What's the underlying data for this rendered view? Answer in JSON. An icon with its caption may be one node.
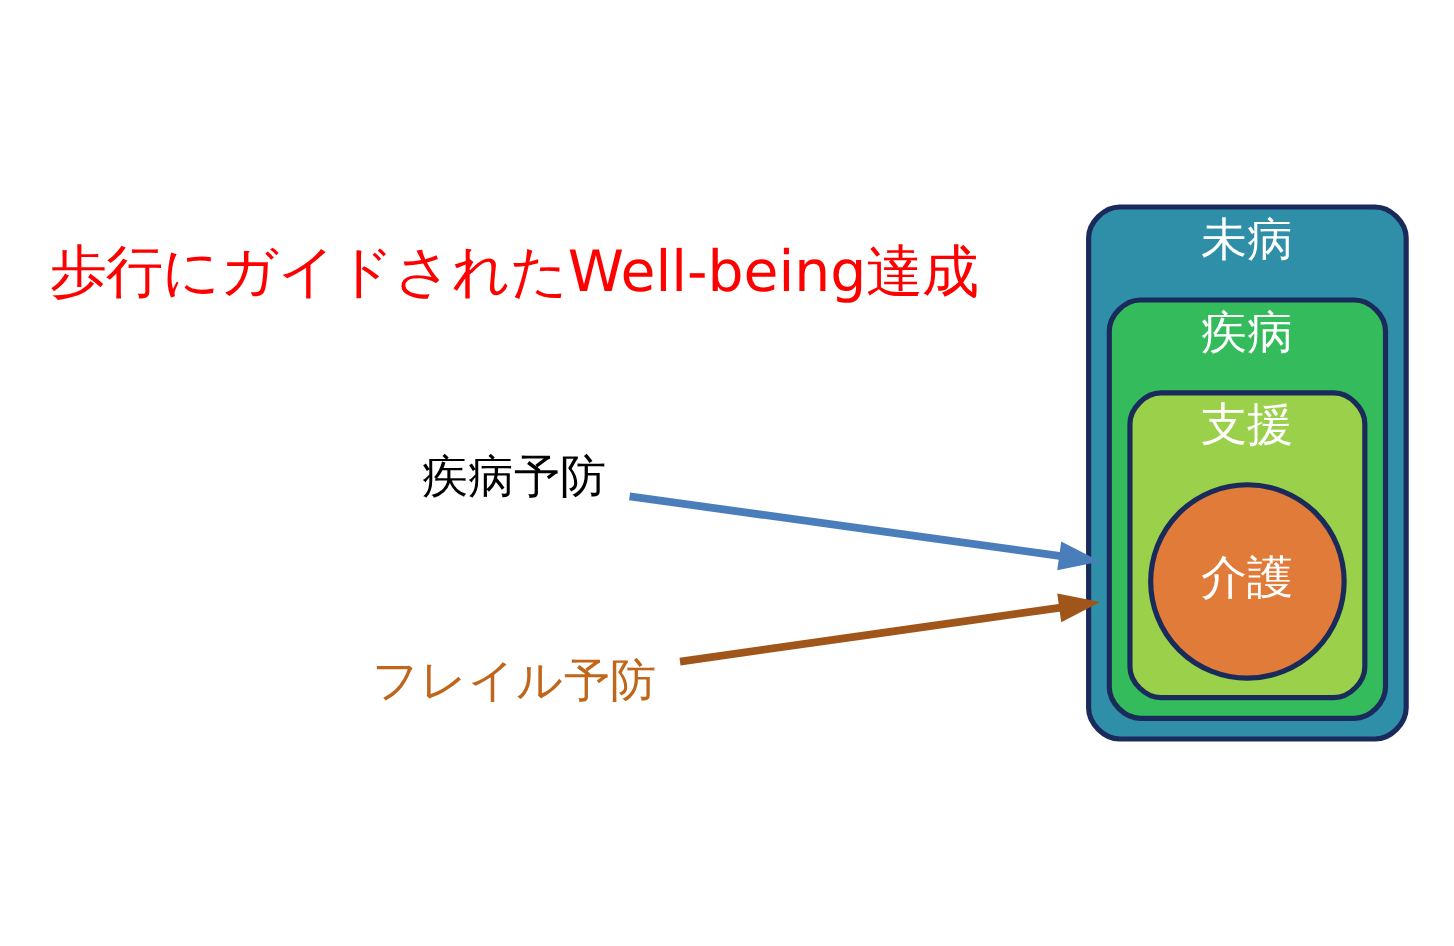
{
  "diagram": {
    "nodes": [
      {
        "text": [
          "未病"
        ]
      },
      {
        "text": [
          "疾病"
        ],
        "in": 0
      },
      {
        "text": [
          "支援"
        ],
        "in": 1
      },
      {
        "text": [
          "介護"
        ],
        "in": 2
      },
      {
        "text": [
          "疾病予防"
        ]
      },
      {
        "text": [
          "フレイル予防"
        ]
      }
    ],
    "edges": [
      {
        "from": 4,
        "to": 0,
        "arrow": "to",
        "color": "#4a7ebb"
      },
      {
        "from": 5,
        "to": 0,
        "arrow": "to",
        "color": "#a0561a"
      }
    ],
    "labels": [
      "歩行にガイドされたWell-being達成"
    ]
  }
}
